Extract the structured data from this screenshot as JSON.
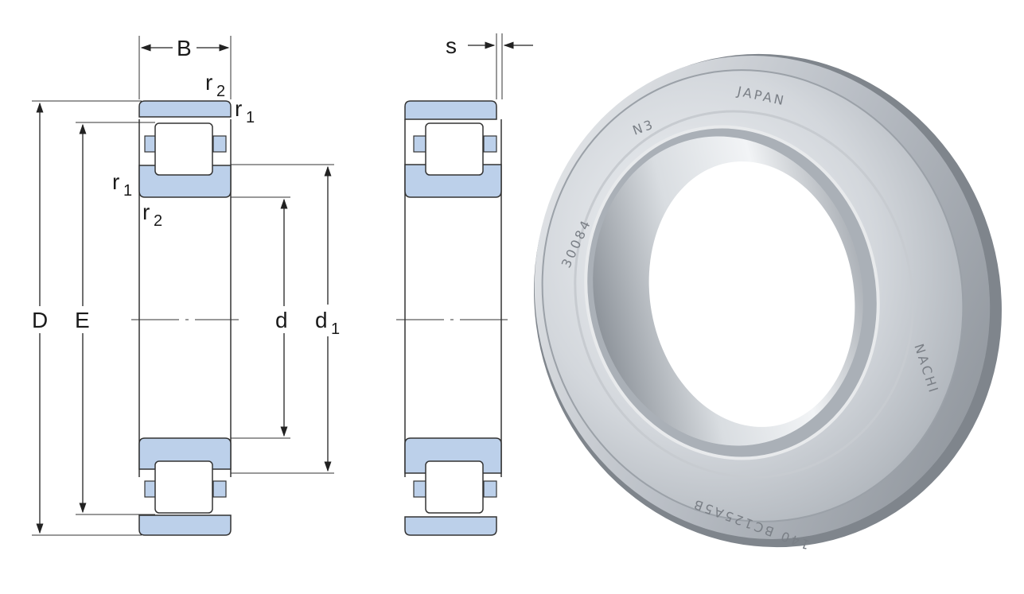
{
  "drawing": {
    "labels": {
      "B": "B",
      "s": "s",
      "D": "D",
      "E": "E",
      "d": "d",
      "d1": "d",
      "d1_sub": "1",
      "r_top2": "r",
      "r_top2_sub": "2",
      "r_top1": "r",
      "r_top1_sub": "1",
      "r_mid1": "r",
      "r_mid1_sub": "1",
      "r_mid2": "r",
      "r_mid2_sub": "2"
    },
    "colors": {
      "ring_fill": "#bcd0ea",
      "outline": "#333333",
      "line": "#222222"
    }
  },
  "photo": {
    "engravings": {
      "top": "JAPAN",
      "top_left": "N3",
      "right": "NACHI",
      "bottom": "140  BC125A5B",
      "left": "30084"
    },
    "colors": {
      "steel_light": "#e6e9ed",
      "steel_mid": "#b8bdc4",
      "steel_dark": "#8c9299"
    }
  }
}
